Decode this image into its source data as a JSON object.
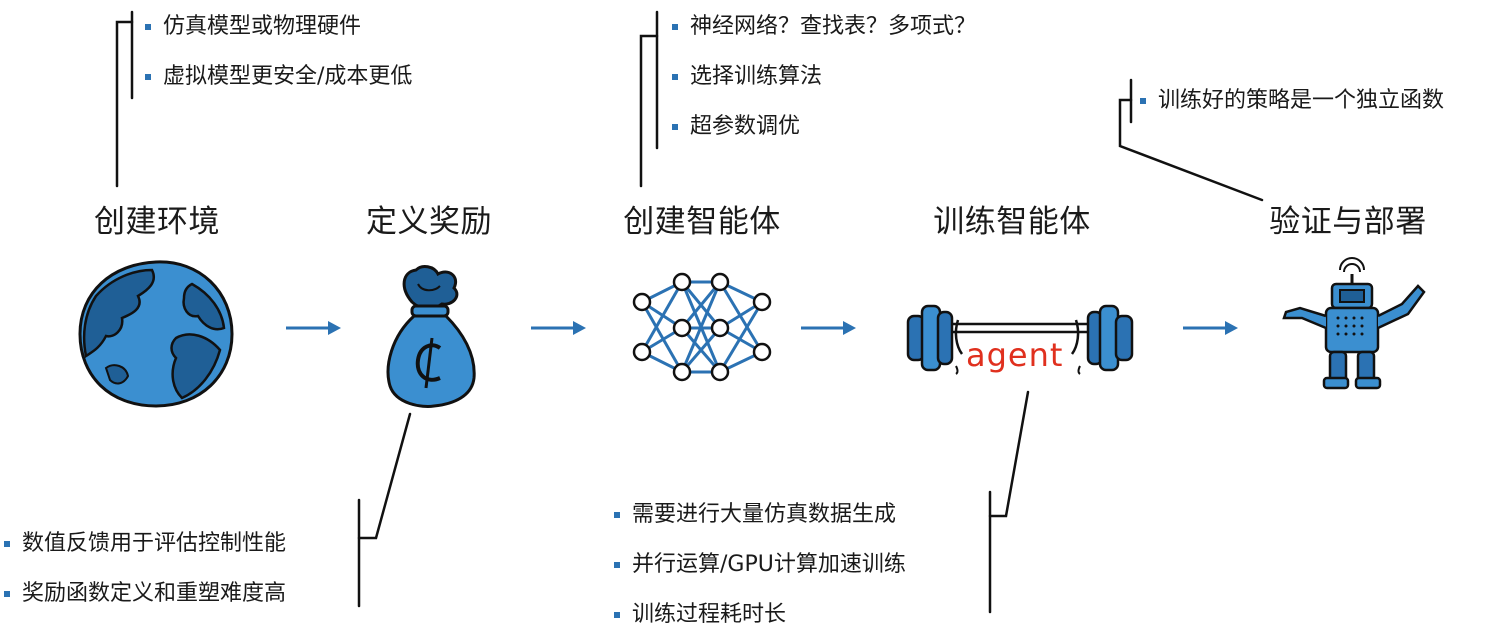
{
  "stages": [
    {
      "title": "创建环境"
    },
    {
      "title": "定义奖励"
    },
    {
      "title": "创建智能体"
    },
    {
      "title": "训练智能体"
    },
    {
      "title": "验证与部署"
    }
  ],
  "notes": {
    "environment": [
      "仿真模型或物理硬件",
      "虚拟模型更安全/成本更低"
    ],
    "reward": [
      "数值反馈用于评估控制性能",
      "奖励函数定义和重塑难度高"
    ],
    "agent": [
      "神经网络？查找表？多项式？",
      "选择训练算法",
      "超参数调优"
    ],
    "training": [
      "需要进行大量仿真数据生成",
      "并行运算/GPU计算加速训练",
      "训练过程耗时长"
    ],
    "deploy": [
      "训练好的策略是一个独立函数"
    ]
  },
  "icons": {
    "environment": "globe-icon",
    "reward": "money-bag-icon",
    "agent": "neural-network-icon",
    "training": "barbell-icon",
    "deploy": "robot-icon"
  },
  "barbell_label": "agent",
  "colors": {
    "accent": "#2b72b3",
    "icon_fill": "#3b8fd0",
    "icon_dark": "#1f5f96",
    "outline": "#111111",
    "label_red": "#e0301e"
  }
}
